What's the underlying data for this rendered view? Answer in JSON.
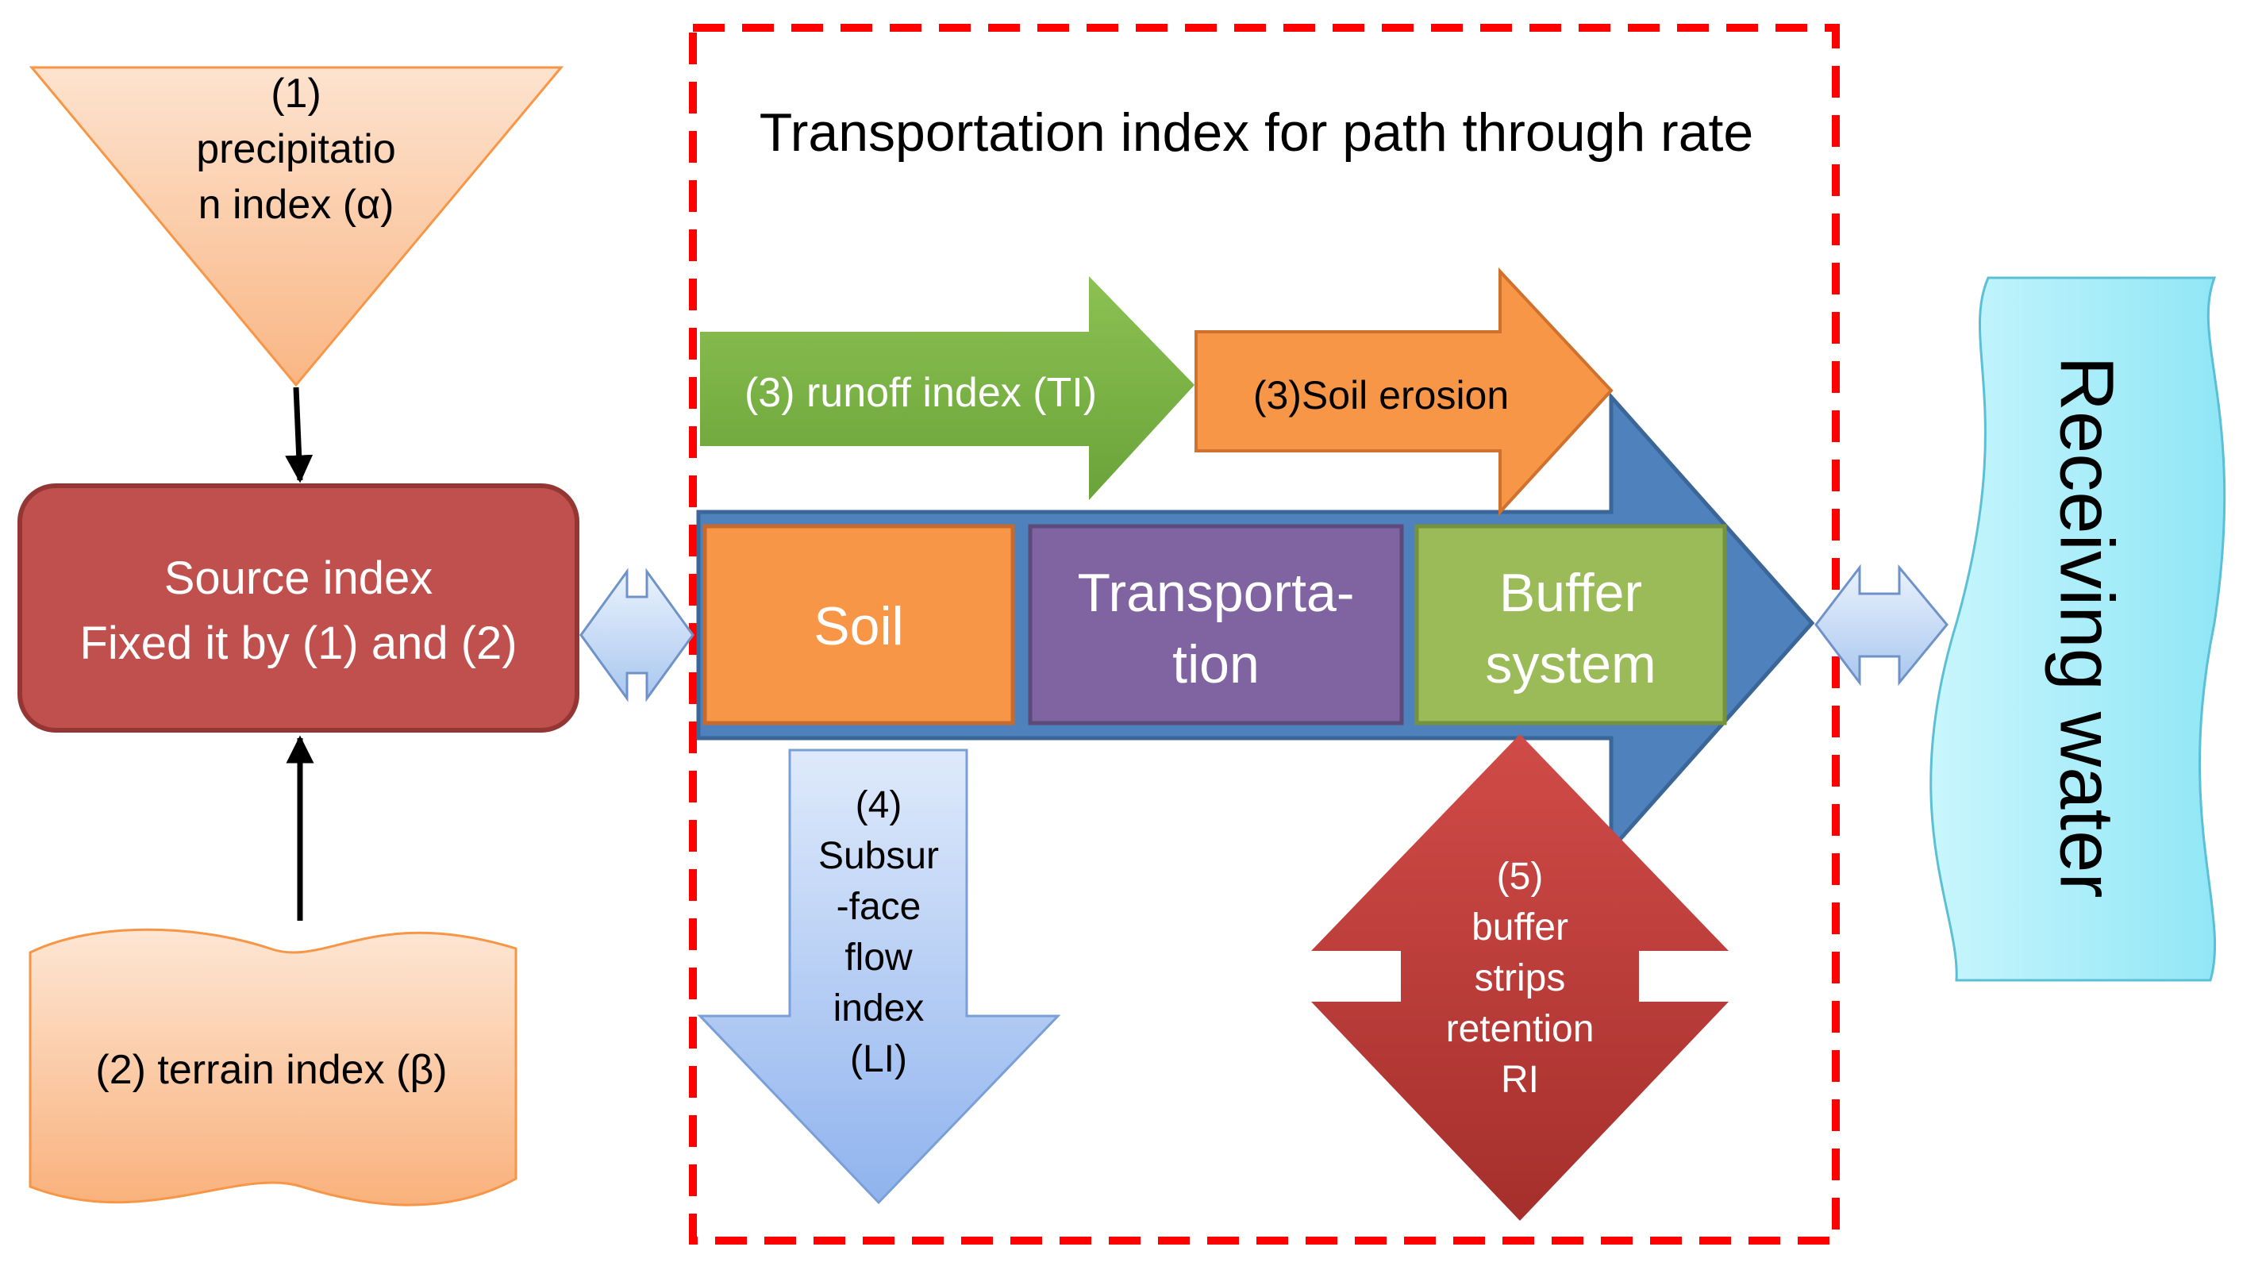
{
  "diagram": {
    "title": "Transportation index for path through rate",
    "precipitation": {
      "lines": [
        "(1)",
        "precipitatio",
        "n index (α)"
      ]
    },
    "source": {
      "lines": [
        "Source index",
        "Fixed it by (1) and (2)"
      ]
    },
    "terrain": {
      "lines": [
        "(2) terrain index (β)"
      ]
    },
    "runoff": {
      "lines": [
        "(3) runoff index (TI)"
      ]
    },
    "erosion": {
      "lines": [
        "(3)Soil erosion"
      ]
    },
    "soil": {
      "lines": [
        "Soil"
      ]
    },
    "transportation": {
      "lines": [
        "Transporta-",
        "tion"
      ]
    },
    "buffer_system": {
      "lines": [
        "Buffer",
        "system"
      ]
    },
    "subsurface": {
      "lines": [
        "(4)",
        "Subsur",
        "-face",
        "flow",
        "index",
        "(LI)"
      ]
    },
    "buffer_strips": {
      "lines": [
        "(5)",
        "buffer",
        "strips",
        "retention",
        "RI"
      ]
    },
    "receiving": {
      "lines": [
        "Receiving water"
      ]
    },
    "colors": {
      "red_dash": "#ff0000",
      "source_fill": "#c0504d",
      "source_stroke": "#943634",
      "soil_orange": "#f79646",
      "transport_purple": "#8064a2",
      "buffer_green": "#9bbb59",
      "big_arrow_blue": "#4f81bd",
      "runoff_green": "#7ab648",
      "subsurface_blue": "#b4cdf2",
      "strips_red": "#c0504d",
      "water_cyan": "#aeeefa",
      "terrain_peach": "#fbc9a3",
      "precip_peach": "#fbc9a3"
    }
  }
}
